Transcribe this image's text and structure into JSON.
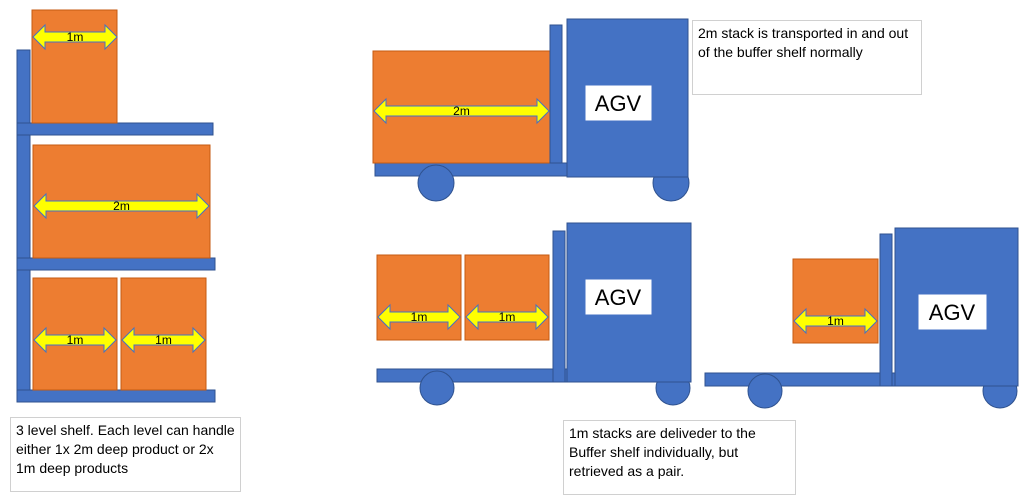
{
  "colors": {
    "blue": "#4472c4",
    "orange": "#ed7d31",
    "arrow": "#ffff00",
    "outline": "#2f528f"
  },
  "labels": {
    "one_m": "1m",
    "two_m": "2m",
    "agv": "AGV"
  },
  "notes": {
    "shelf": "3 level shelf. Each level can handle either 1x 2m deep product or 2x 1m deep products",
    "agv_2m": "2m stack is transported in and out of the buffer shelf normally",
    "agv_1m": "1m stacks are deliveder to the Buffer shelf individually, but retrieved as a pair."
  }
}
